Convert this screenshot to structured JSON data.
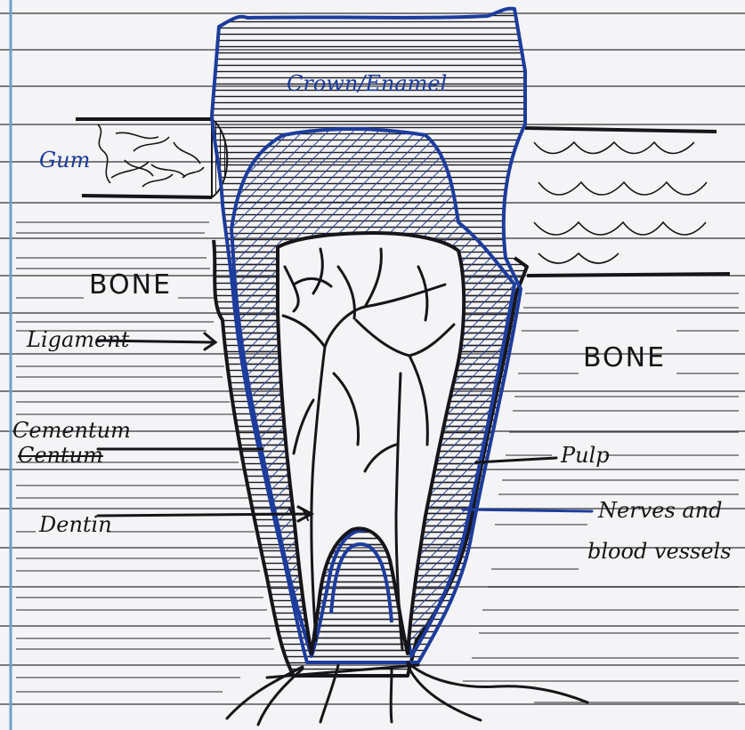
{
  "labels": {
    "crown": "Crown/Enamel",
    "gum": "Gum",
    "bone_left": "BONE",
    "bone_right": "BONE",
    "ligament": "Ligament",
    "cementum": "Cementum",
    "cementum_struck": "Centum",
    "dentin": "Dentin",
    "pulp": "Pulp",
    "nerves_line1": "Nerves and",
    "nerves_line2": "blood vessels"
  },
  "colors": {
    "paper": "#f4f4f6",
    "ruling": "#2a2a30",
    "ink": "#15151a",
    "blue_ink": "#1d3c9c",
    "margin": "#6fa0c8"
  }
}
